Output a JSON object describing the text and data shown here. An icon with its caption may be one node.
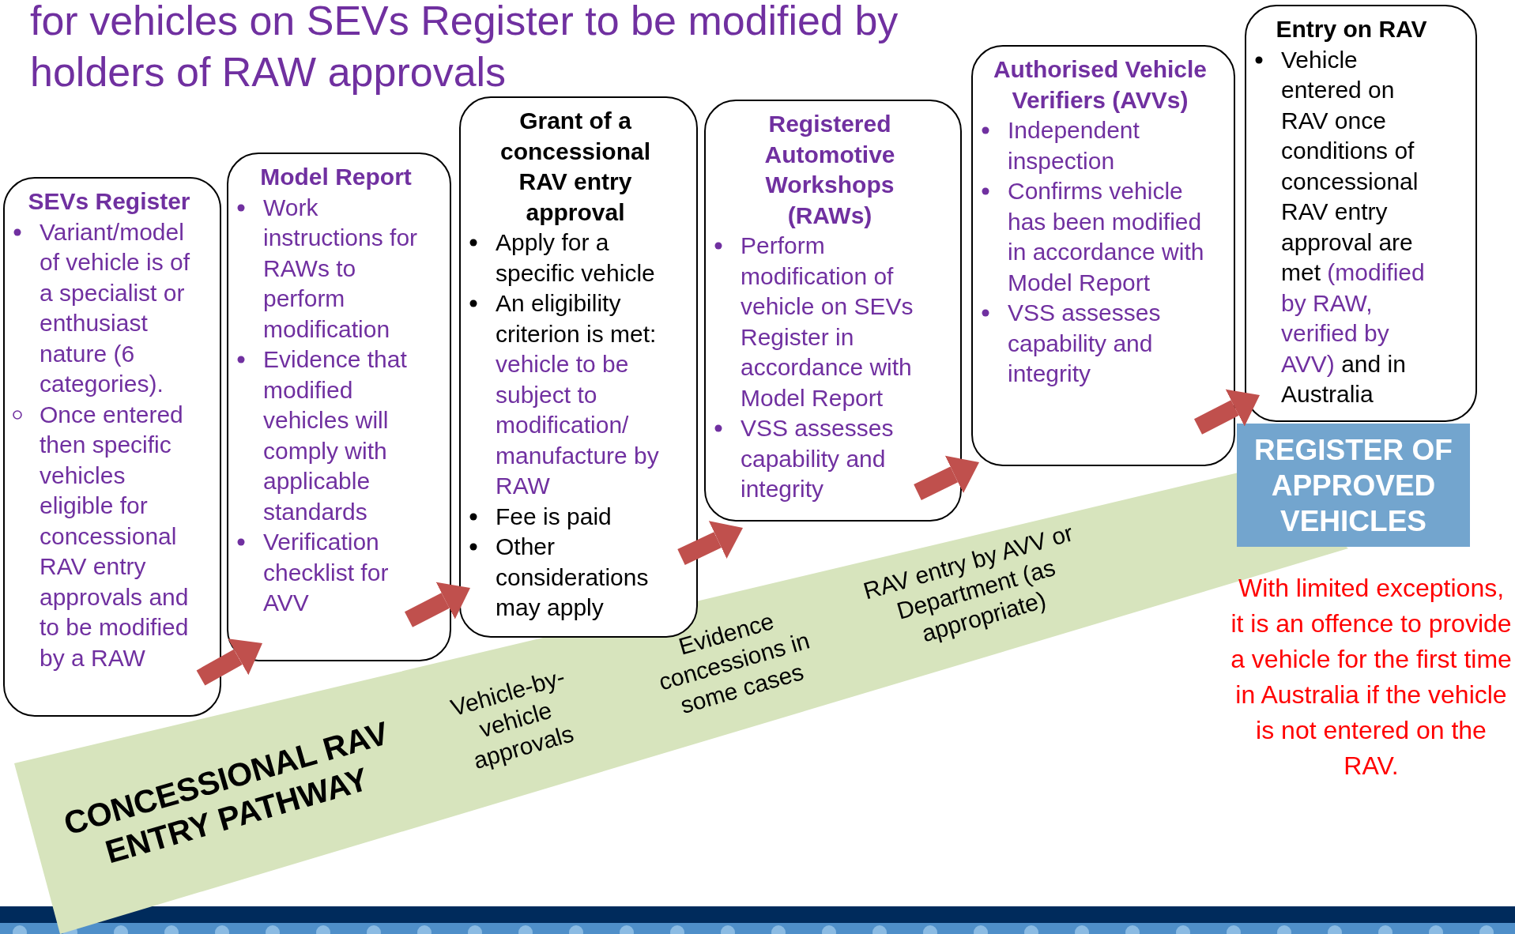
{
  "diagram": {
    "title": "for vehicles on SEVs Register to be modified by holders of RAW approvals",
    "nodes": [
      {
        "text": [
          "SEVs Register",
          "Variant/model of vehicle is of a specialist or enthusiast nature (6 categories).",
          "Once entered then specific vehicles eligible for concessional RAV entry approvals and to be modified by a RAW"
        ]
      },
      {
        "text": [
          "Model Report",
          "Work instructions for RAWs to perform modification",
          "Evidence that modified vehicles will comply with applicable standards",
          "Verification checklist for AVV"
        ]
      },
      {
        "text": [
          "Grant of a concessional RAV entry approval",
          "Apply for a specific vehicle",
          "An eligibility criterion is met:",
          "vehicle to be subject to modification/ manufacture by RAW",
          "Fee is paid",
          "Other considerations may apply"
        ]
      },
      {
        "text": [
          "Registered Automotive Workshops (RAWs)",
          "Perform modification of vehicle on SEVs Register in accordance with Model Report",
          "VSS assesses capability and integrity"
        ]
      },
      {
        "text": [
          "Authorised Vehicle Verifiers (AVVs)",
          "Independent inspection",
          "Confirms vehicle has been modified in accordance with Model Report",
          "VSS assesses capability and integrity"
        ]
      },
      {
        "text": [
          "Entry on RAV",
          "Vehicle entered on RAV once conditions of concessional RAV entry approval are met",
          "(modified by RAW, verified by AVV)",
          "and in Australia"
        ]
      },
      {
        "text": [
          "REGISTER OF APPROVED VEHICLES"
        ]
      },
      {
        "text": [
          "CONCESSIONAL RAV ENTRY PATHWAY",
          "Vehicle-by-vehicle approvals",
          "Evidence concessions in some cases",
          "RAV entry by AVV or Department (as appropriate)"
        ]
      }
    ],
    "edges": [
      {
        "from": 0,
        "to": 1,
        "arrow": "to"
      },
      {
        "from": 1,
        "to": 2,
        "arrow": "to"
      },
      {
        "from": 2,
        "to": 3,
        "arrow": "to"
      },
      {
        "from": 3,
        "to": 4,
        "arrow": "to"
      },
      {
        "from": 4,
        "to": 5,
        "arrow": "to"
      }
    ],
    "labels": [
      "With limited exceptions, it is an offence to provide a vehicle for the first time in Australia if the vehicle is not entered on the RAV."
    ]
  }
}
